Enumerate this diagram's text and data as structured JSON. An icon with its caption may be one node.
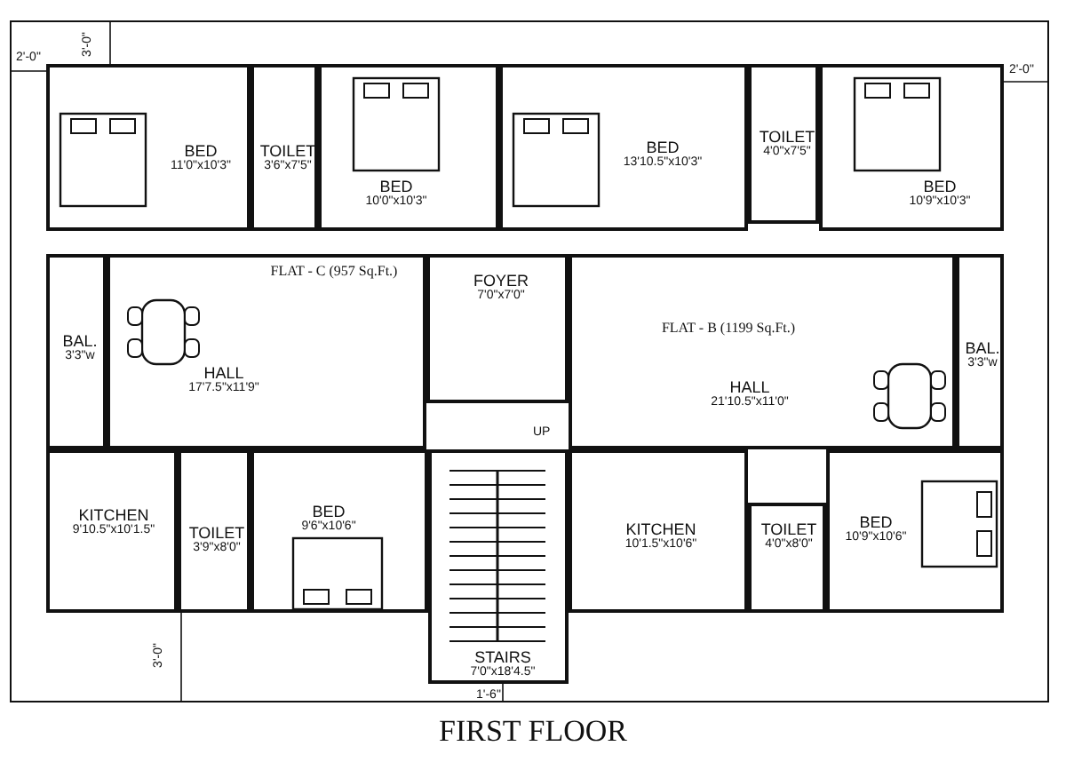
{
  "diagram": {
    "caption": "FIRST FLOOR",
    "nodes": [
      {
        "text": [
          "BED",
          "11'0\"x10'3\""
        ]
      },
      {
        "text": [
          "TOILET",
          "3'6\"x7'5\""
        ]
      },
      {
        "text": [
          "BED",
          "10'0\"x10'3\""
        ]
      },
      {
        "text": [
          "BED",
          "13'10.5\"x10'3\""
        ]
      },
      {
        "text": [
          "TOILET",
          "4'0\"x7'5\""
        ]
      },
      {
        "text": [
          "BED",
          "10'9\"x10'3\""
        ]
      },
      {
        "text": [
          "BAL.",
          "3'3\"w"
        ]
      },
      {
        "text": [
          "HALL",
          "17'7.5\"x11'9\""
        ]
      },
      {
        "text": [
          "FOYER",
          "7'0\"x7'0\""
        ]
      },
      {
        "text": [
          "HALL",
          "21'10.5\"x11'0\""
        ]
      },
      {
        "text": [
          "BAL.",
          "3'3\"w"
        ]
      },
      {
        "text": [
          "KITCHEN",
          "9'10.5\"x10'1.5\""
        ]
      },
      {
        "text": [
          "TOILET",
          "3'9\"x8'0\""
        ]
      },
      {
        "text": [
          "BED",
          "9'6\"x10'6\""
        ]
      },
      {
        "text": [
          "STAIRS",
          "7'0\"x18'4.5\""
        ]
      },
      {
        "text": [
          "KITCHEN",
          "10'1.5\"x10'6\""
        ]
      },
      {
        "text": [
          "TOILET",
          "4'0\"x8'0\""
        ]
      },
      {
        "text": [
          "BED",
          "10'9\"x10'6\""
        ]
      }
    ],
    "labels": [
      "3'-0\"",
      "2'-0\"",
      "2'-0\"",
      "FLAT - C (957 Sq.Ft.)",
      "FLAT - B (1199 Sq.Ft.)",
      "UP",
      "3'-0\"",
      "1'-6\""
    ]
  }
}
